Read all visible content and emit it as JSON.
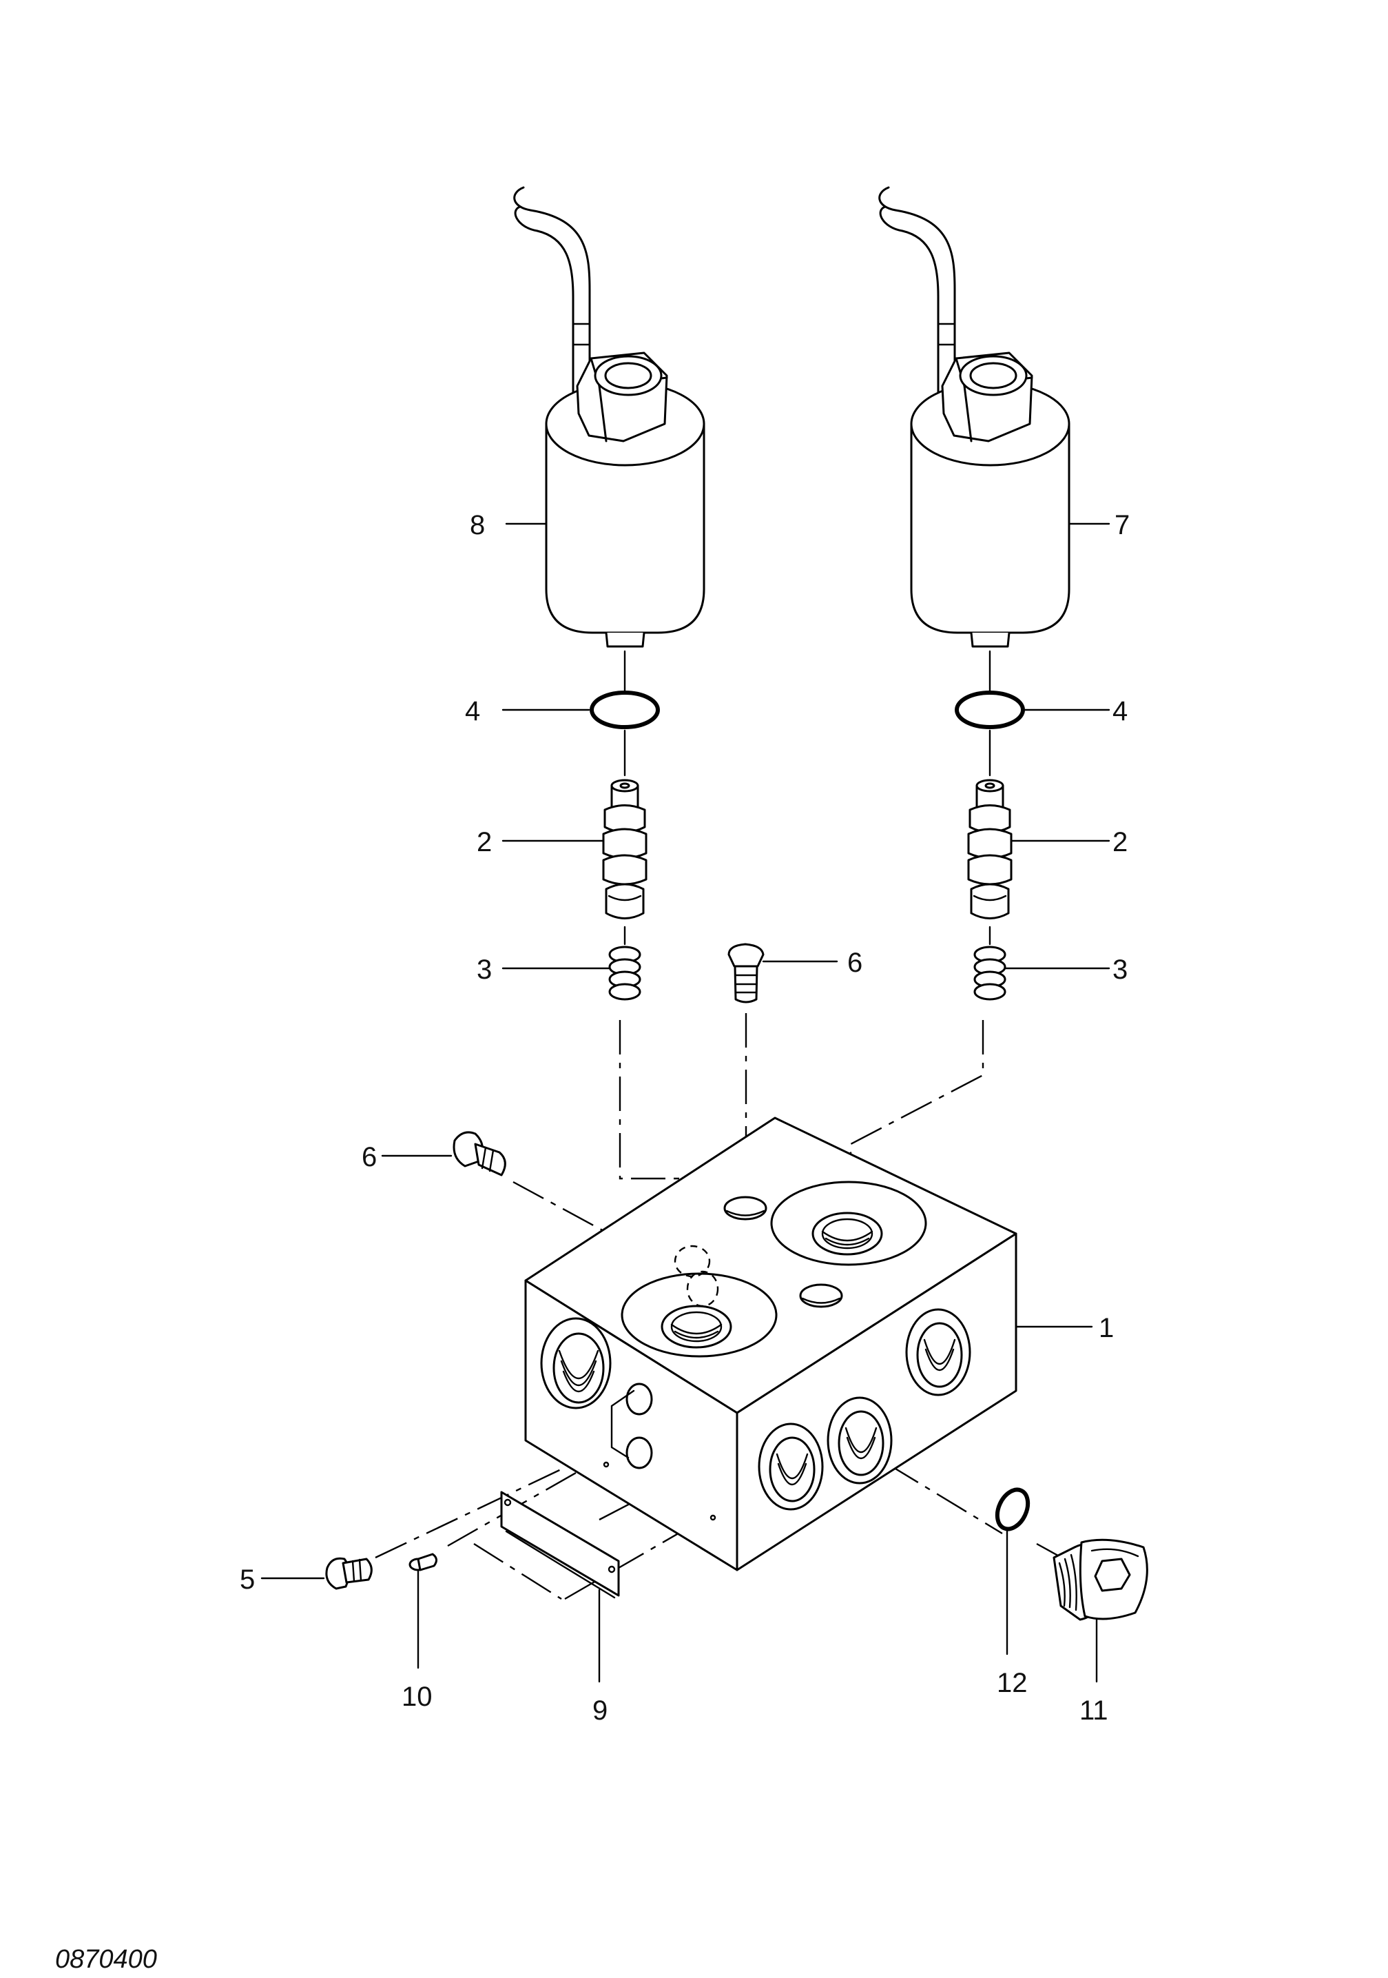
{
  "diagram": {
    "drawing_number": "0870400",
    "callouts": {
      "c1": "1",
      "c2_left": "2",
      "c2_right": "2",
      "c3_left": "3",
      "c3_right": "3",
      "c4_left": "4",
      "c4_right": "4",
      "c5": "5",
      "c6_top": "6",
      "c6_left": "6",
      "c7": "7",
      "c8": "8",
      "c9": "9",
      "c10": "10",
      "c11": "11",
      "c12": "12"
    }
  }
}
